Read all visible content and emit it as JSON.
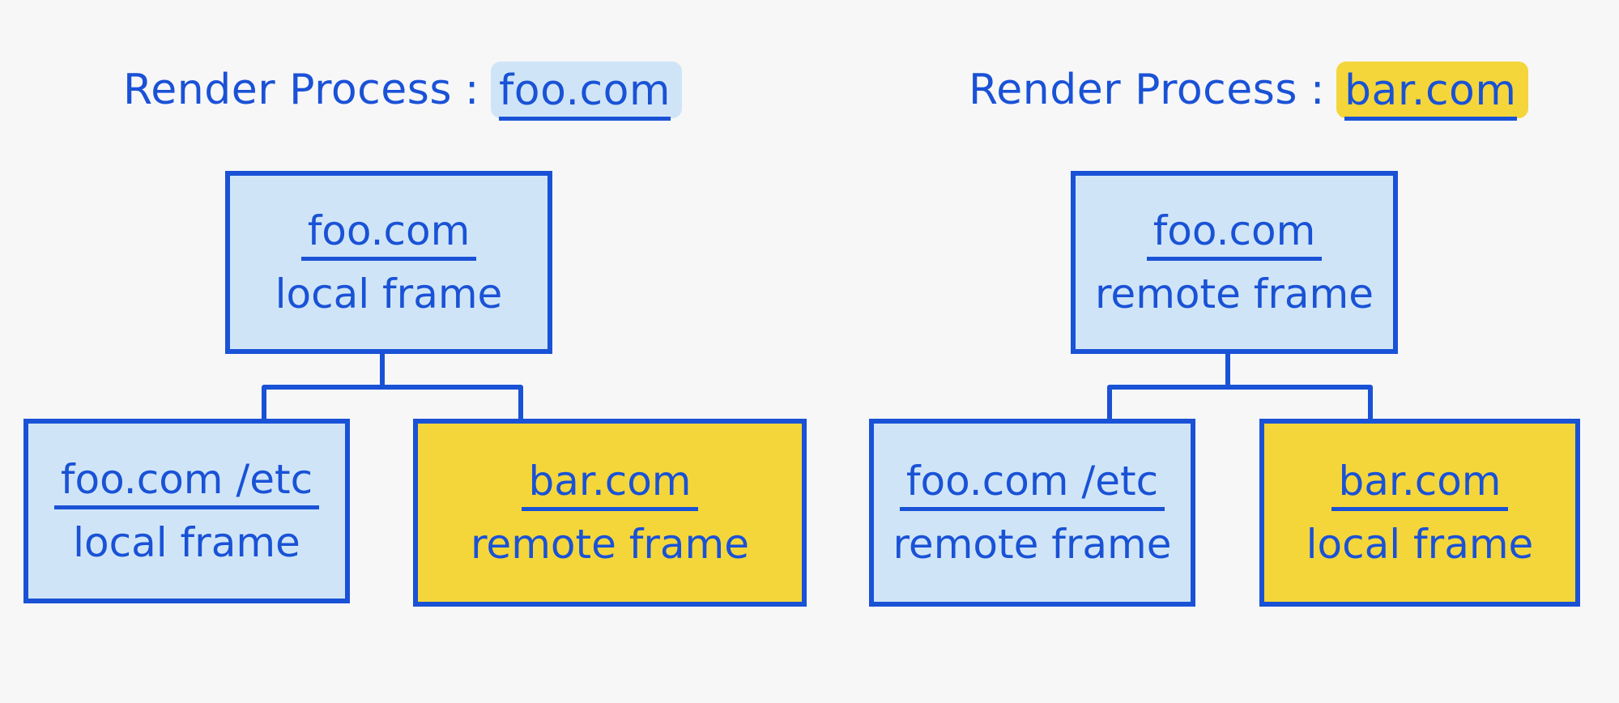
{
  "colors": {
    "ink": "#1a52d6",
    "foo_fill": "#cfe5f7",
    "bar_fill": "#f4d63b",
    "background": "#f7f7f8"
  },
  "left": {
    "header": {
      "label": "Render Process",
      "separator": ":",
      "process": "foo.com"
    },
    "root": {
      "domain": "foo.com",
      "kind": "local frame"
    },
    "children": [
      {
        "domain": "foo.com /etc",
        "kind": "local frame"
      },
      {
        "domain": "bar.com",
        "kind": "remote frame"
      }
    ]
  },
  "right": {
    "header": {
      "label": "Render Process",
      "separator": ":",
      "process": "bar.com"
    },
    "root": {
      "domain": "foo.com",
      "kind": "remote frame"
    },
    "children": [
      {
        "domain": "foo.com /etc",
        "kind": "remote frame"
      },
      {
        "domain": "bar.com",
        "kind": "local frame"
      }
    ]
  }
}
